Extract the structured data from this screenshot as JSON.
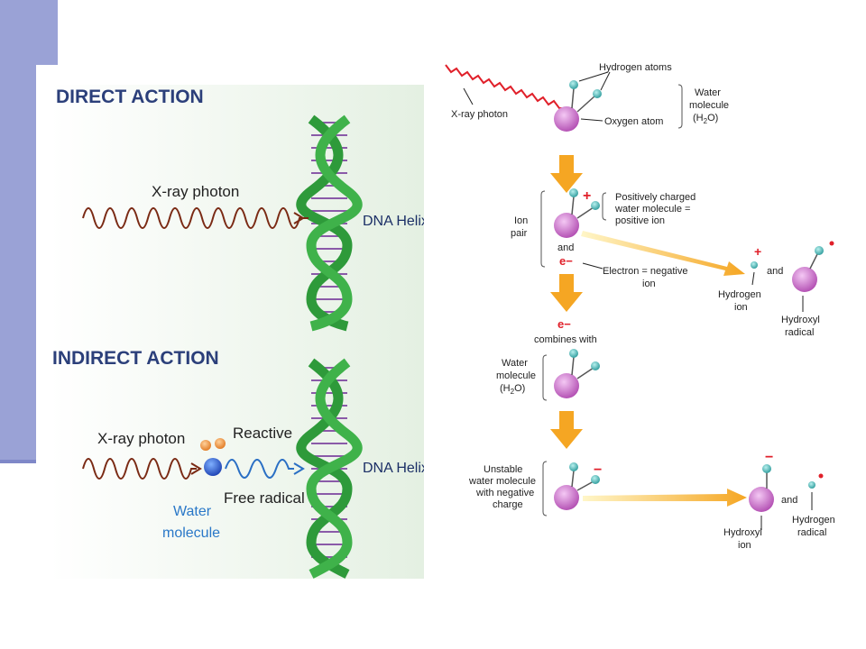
{
  "slide": {
    "accent_color": "#9aa2d6",
    "panel_background": "#eaf3ea"
  },
  "left_figure": {
    "direct_title": "DIRECT ACTION",
    "direct_photon_label": "X-ray photon",
    "direct_dna_label": "DNA Helix",
    "indirect_title": "INDIRECT ACTION",
    "indirect_photon_label": "X-ray photon",
    "reactive_label": "Reactive",
    "free_radical_label": "Free radical",
    "water_label_line1": "Water",
    "water_label_line2": "molecule",
    "indirect_dna_label": "DNA Helix",
    "title_color": "#2b3f7a",
    "helix_color": "#2e9a3a",
    "photon_color": "#7a2a14",
    "radical_color": "#2a6fc4"
  },
  "right_figure": {
    "xray_photon": "X-ray photon",
    "hydrogen_atoms": "Hydrogen atoms",
    "oxygen_atom": "Oxygen atom",
    "water_molecule_1": "Water",
    "water_molecule_2": "molecule",
    "water_molecule_3": "(H",
    "water_molecule_sub": "2",
    "water_molecule_4": "O)",
    "ion_pair_1": "Ion",
    "ion_pair_2": "pair",
    "plus_sign": "+",
    "positive_1": "Positively charged",
    "positive_2": "water molecule =",
    "positive_3": "positive ion",
    "and_1": "and",
    "electron_symbol": "e−",
    "electron_1": "Electron = negative",
    "electron_2": "ion",
    "and_2": "and",
    "hydrogen_ion_1": "Hydrogen",
    "hydrogen_ion_2": "ion",
    "hydroxyl_radical_1": "Hydroxyl",
    "hydroxyl_radical_2": "radical",
    "electron_symbol_2": "e−",
    "combines_with": "combines with",
    "water2_1": "Water",
    "water2_2": "molecule",
    "water2_3": "(H",
    "water2_sub": "2",
    "water2_4": "O)",
    "unstable_1": "Unstable",
    "unstable_2": "water molecule",
    "unstable_3": "with negative",
    "unstable_4": "charge",
    "minus_sign": "−",
    "and_3": "and",
    "hydroxyl_ion_1": "Hydroxyl",
    "hydroxyl_ion_2": "ion",
    "hydrogen_radical_1": "Hydrogen",
    "hydrogen_radical_2": "radical",
    "molecule_color": "#c86ac8",
    "atom_color": "#3aa5a5",
    "arrow_color": "#f5a623",
    "charge_color": "#e0202a"
  }
}
